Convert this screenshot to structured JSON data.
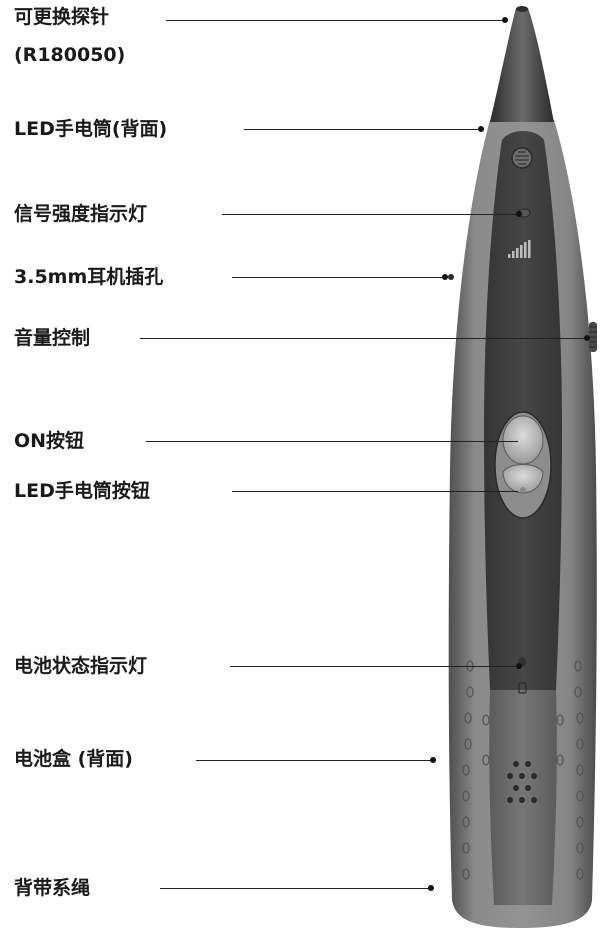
{
  "callouts": [
    {
      "id": "probe",
      "lines": [
        "可更换探针",
        "(R180050)"
      ],
      "icon": "probe-tip"
    },
    {
      "id": "led-flashlight",
      "lines": [
        "LED手电筒(背面)"
      ],
      "icon": "led-flashlight"
    },
    {
      "id": "signal-indicator",
      "lines": [
        "信号强度指示灯"
      ],
      "icon": "signal-led"
    },
    {
      "id": "headphone-jack",
      "lines": [
        "3.5mm耳机插孔"
      ],
      "icon": "headphone-jack"
    },
    {
      "id": "volume-control",
      "lines": [
        "音量控制"
      ],
      "icon": "volume-wheel"
    },
    {
      "id": "on-button",
      "lines": [
        "ON按钮"
      ],
      "icon": "on-button"
    },
    {
      "id": "led-button",
      "lines": [
        "LED手电筒按钮"
      ],
      "icon": "flashlight-button"
    },
    {
      "id": "battery-indicator",
      "lines": [
        "电池状态指示灯"
      ],
      "icon": "battery-led"
    },
    {
      "id": "battery-box",
      "lines": [
        "电池盒 (背面)"
      ],
      "icon": "battery-compartment"
    },
    {
      "id": "strap",
      "lines": [
        "背带系绳"
      ],
      "icon": "strap-loop"
    }
  ],
  "colors": {
    "body_outer": "#7d7d7d",
    "body_shade": "#5a5a5a",
    "panel": "#3e3e3e",
    "lower_panel": "#6a6a6a",
    "button": "#c9c9c9",
    "label_text": "#1a1a1a"
  }
}
